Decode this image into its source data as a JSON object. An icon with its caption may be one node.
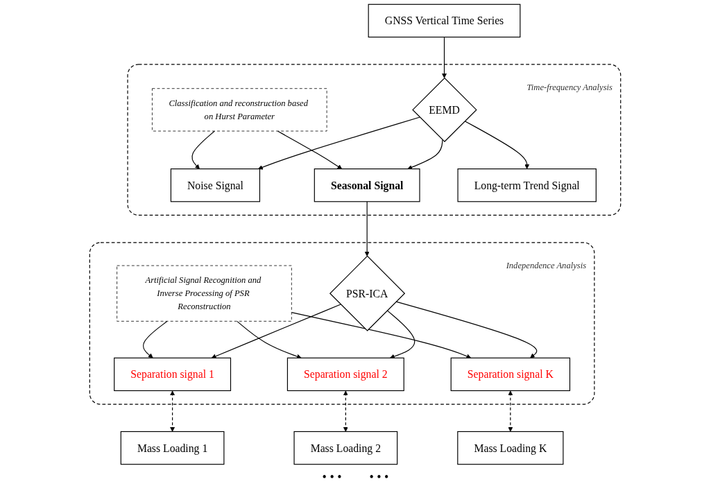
{
  "diagram": {
    "nodes": [
      {
        "text": [
          "GNSS Vertical Time Series"
        ]
      },
      {
        "text": [
          "Time-frequency Analysis"
        ]
      },
      {
        "text": [
          "EEMD"
        ],
        "in": 1
      },
      {
        "text": [
          "Classification and reconstruction based on Hurst Parameter"
        ],
        "in": 1
      },
      {
        "text": [
          "Noise Signal"
        ],
        "in": 1
      },
      {
        "text": [
          "Seasonal Signal"
        ],
        "in": 1
      },
      {
        "text": [
          "Long-term Trend Signal"
        ],
        "in": 1
      },
      {
        "text": [
          "Independence Analysis"
        ]
      },
      {
        "text": [
          "PSR-ICA"
        ],
        "in": 7
      },
      {
        "text": [
          "Artificial Signal Recognition and Inverse Processing of PSR Reconstruction"
        ],
        "in": 7
      },
      {
        "text": [
          "Separation signal 1"
        ],
        "in": 7
      },
      {
        "text": [
          "Separation signal 2"
        ],
        "in": 7
      },
      {
        "text": [
          "Separation signal K"
        ],
        "in": 7
      },
      {
        "text": [
          "Mass Loading 1"
        ]
      },
      {
        "text": [
          "Mass Loading 2"
        ]
      },
      {
        "text": [
          "Mass Loading K"
        ]
      }
    ],
    "edges": [
      {
        "from": 0,
        "to": 2,
        "arrow": "to"
      },
      {
        "from": 2,
        "to": 4,
        "arrow": "to"
      },
      {
        "from": 2,
        "to": 5,
        "arrow": "to"
      },
      {
        "from": 2,
        "to": 6,
        "arrow": "to"
      },
      {
        "from": 3,
        "to": 4,
        "arrow": "to"
      },
      {
        "from": 3,
        "to": 5,
        "arrow": "to"
      },
      {
        "from": 5,
        "to": 8,
        "arrow": "to"
      },
      {
        "from": 8,
        "to": 10,
        "arrow": "to"
      },
      {
        "from": 8,
        "to": 11,
        "arrow": "to"
      },
      {
        "from": 8,
        "to": 12,
        "arrow": "to"
      },
      {
        "from": 9,
        "to": 10,
        "arrow": "to"
      },
      {
        "from": 9,
        "to": 11,
        "arrow": "to"
      },
      {
        "from": 9,
        "to": 12,
        "arrow": "to"
      },
      {
        "from": 10,
        "to": 13,
        "arrow": "both",
        "style": "dashed"
      },
      {
        "from": 11,
        "to": 14,
        "arrow": "both",
        "style": "dashed"
      },
      {
        "from": 12,
        "to": 15,
        "arrow": "both",
        "style": "dashed"
      }
    ],
    "labels": [
      "• • •",
      "• • •"
    ]
  }
}
